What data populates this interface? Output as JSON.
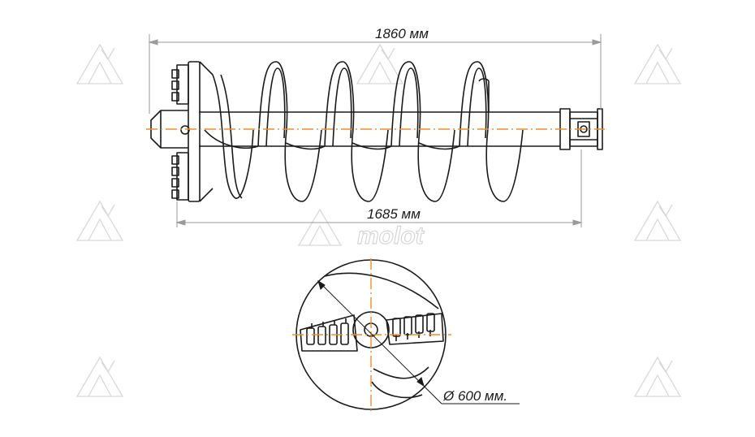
{
  "dimensions": {
    "overall_length": "1860 мм",
    "working_length": "1685 мм",
    "diameter": "Ø 600 мм."
  },
  "watermark": {
    "text": "molot"
  },
  "colors": {
    "line": "#1a1a1a",
    "axis": "#f28c28",
    "dimension": "#9a9a9a",
    "watermark": "#d6d6d6"
  }
}
